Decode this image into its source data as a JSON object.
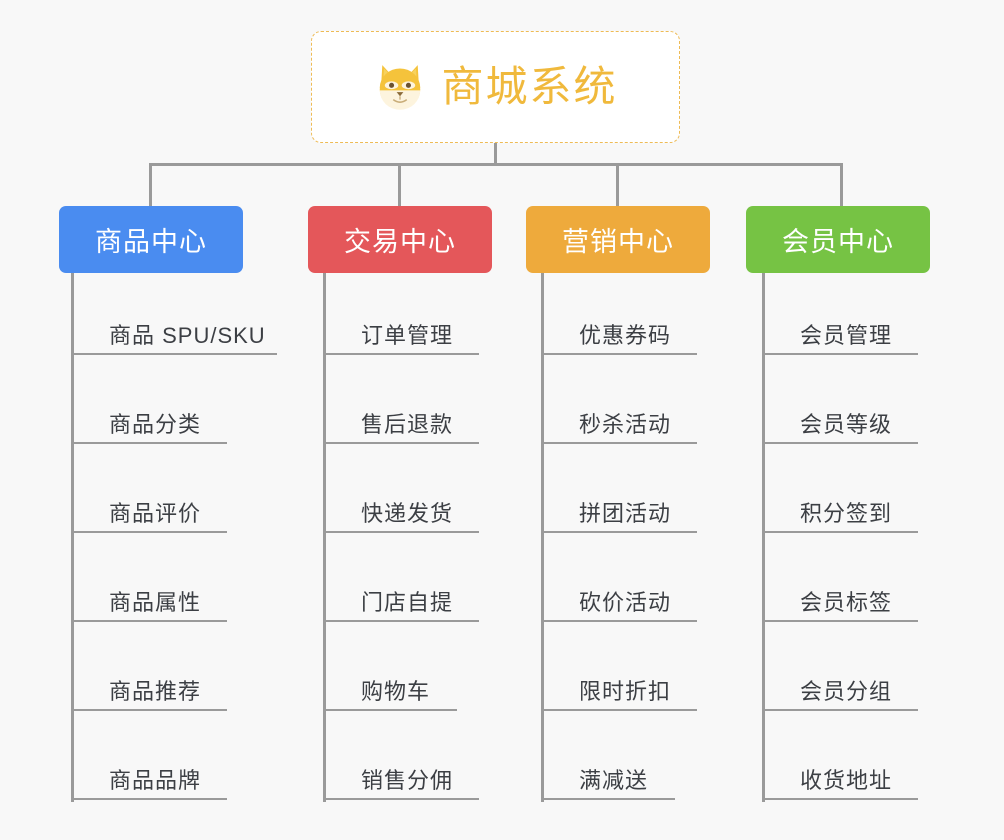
{
  "diagram": {
    "background_color": "#f8f8f8",
    "root": {
      "title": "商城系统",
      "icon": "shiba-dog-face-icon",
      "text_color": "#f0b93c",
      "border_color": "#eebb55"
    },
    "line_color": "#9a9a9a",
    "branches": [
      {
        "label": "商品中心",
        "color": "#4a8cf0",
        "items": [
          "商品 SPU/SKU",
          "商品分类",
          "商品评价",
          "商品属性",
          "商品推荐",
          "商品品牌"
        ]
      },
      {
        "label": "交易中心",
        "color": "#e4575a",
        "items": [
          "订单管理",
          "售后退款",
          "快递发货",
          "门店自提",
          "购物车",
          "销售分佣"
        ]
      },
      {
        "label": "营销中心",
        "color": "#eeaa3c",
        "items": [
          "优惠券码",
          "秒杀活动",
          "拼团活动",
          "砍价活动",
          "限时折扣",
          "满减送"
        ]
      },
      {
        "label": "会员中心",
        "color": "#76c344",
        "items": [
          "会员管理",
          "会员等级",
          "积分签到",
          "会员标签",
          "会员分组",
          "收货地址"
        ]
      }
    ]
  }
}
